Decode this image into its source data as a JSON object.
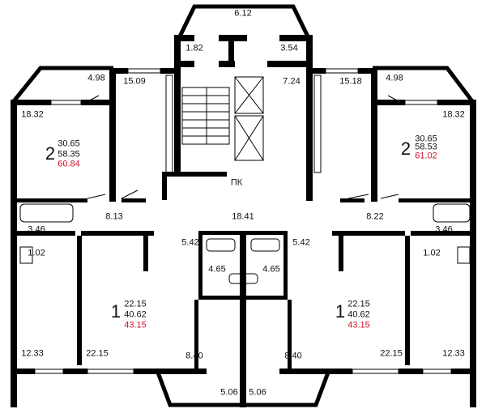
{
  "colors": {
    "wall": "#000000",
    "total_area": "#d0132b",
    "text": "#111111"
  },
  "labels": {
    "balcony_top": "6.12",
    "vestibule_left": "1.82",
    "vestibule_right": "3.54",
    "elevator_hall": "7.24",
    "fire_cabinet": "ПК",
    "corridor": "18.41"
  },
  "apartments": [
    {
      "rooms": "2",
      "living": "30.65",
      "area": "58.35",
      "total": "60.84",
      "spaces": {
        "balcony": "4.98",
        "kitchen": "15.09",
        "bedroom": "18.32",
        "hall": "8.13",
        "bath": "3.46",
        "wc": "1.02"
      }
    },
    {
      "rooms": "2",
      "living": "30.65",
      "area": "58.53",
      "total": "61.02",
      "spaces": {
        "balcony": "4.98",
        "kitchen": "15.18",
        "bedroom": "18.32",
        "hall": "8.22",
        "bath": "3.46",
        "wc": "1.02"
      }
    },
    {
      "rooms": "1",
      "living": "22.15",
      "area": "40.62",
      "total": "43.15",
      "spaces": {
        "room": "22.15",
        "kitchen": "12.33",
        "hall": "8.40",
        "bath": "5.42",
        "wc": "4.65",
        "balcony": "5.06"
      }
    },
    {
      "rooms": "1",
      "living": "22.15",
      "area": "40.62",
      "total": "43.15",
      "spaces": {
        "room": "22.15",
        "kitchen": "12.33",
        "hall": "8.40",
        "bath": "5.42",
        "wc": "4.65",
        "balcony": "5.06"
      }
    }
  ]
}
